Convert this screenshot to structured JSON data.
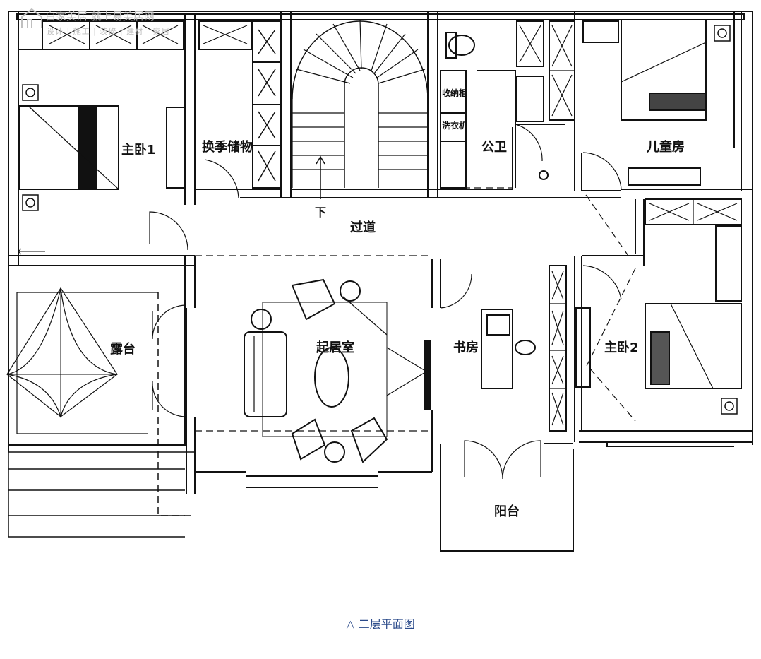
{
  "watermark": {
    "line1": "白家美居 就上易美居网",
    "line2": "设计 | 施工 | 装修 | 建材 | 家居"
  },
  "rooms": {
    "master1": "主卧1",
    "storage": "换季储物",
    "bathroom": "公卫",
    "kids": "儿童房",
    "corridor": "过道",
    "down": "下",
    "terrace": "露台",
    "living": "起居室",
    "study": "书房",
    "master2": "主卧2",
    "balcony": "阳台",
    "cabinet": "收纳柜",
    "washer": "洗衣机"
  },
  "caption": "△ 二层平面图",
  "colors": {
    "line": "#111111",
    "caption": "#2a4a8a",
    "watermark": "#bfbfbf"
  }
}
